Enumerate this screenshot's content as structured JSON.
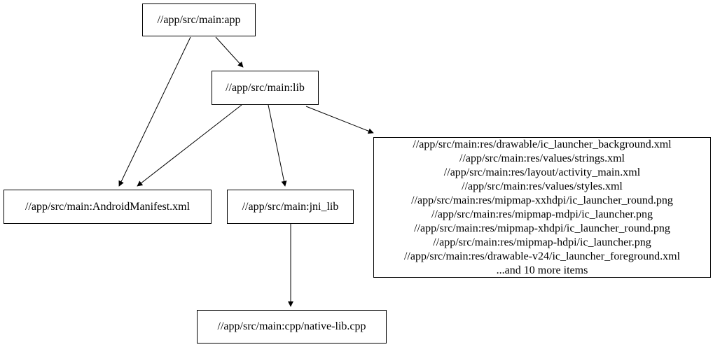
{
  "diagram": {
    "type": "dependency-graph",
    "background_color": "#ffffff",
    "node_border_color": "#000000",
    "edge_color": "#000000",
    "text_color": "#000000",
    "nodes": {
      "app": {
        "label": "//app/src/main:app"
      },
      "lib": {
        "label": "//app/src/main:lib"
      },
      "android_manifest": {
        "label": "//app/src/main:AndroidManifest.xml"
      },
      "jni_lib": {
        "label": "//app/src/main:jni_lib"
      },
      "native_lib_cpp": {
        "label": "//app/src/main:cpp/native-lib.cpp"
      },
      "res_group": {
        "lines": [
          "//app/src/main:res/drawable/ic_launcher_background.xml",
          "//app/src/main:res/values/strings.xml",
          "//app/src/main:res/layout/activity_main.xml",
          "//app/src/main:res/values/styles.xml",
          "//app/src/main:res/mipmap-xxhdpi/ic_launcher_round.png",
          "//app/src/main:res/mipmap-mdpi/ic_launcher.png",
          "//app/src/main:res/mipmap-xhdpi/ic_launcher_round.png",
          "//app/src/main:res/mipmap-hdpi/ic_launcher.png",
          "//app/src/main:res/drawable-v24/ic_launcher_foreground.xml",
          "...and 10 more items"
        ]
      }
    },
    "edges": [
      {
        "from": "app",
        "to": "lib"
      },
      {
        "from": "app",
        "to": "android_manifest"
      },
      {
        "from": "lib",
        "to": "android_manifest"
      },
      {
        "from": "lib",
        "to": "jni_lib"
      },
      {
        "from": "lib",
        "to": "res_group"
      },
      {
        "from": "jni_lib",
        "to": "native_lib_cpp"
      }
    ]
  }
}
